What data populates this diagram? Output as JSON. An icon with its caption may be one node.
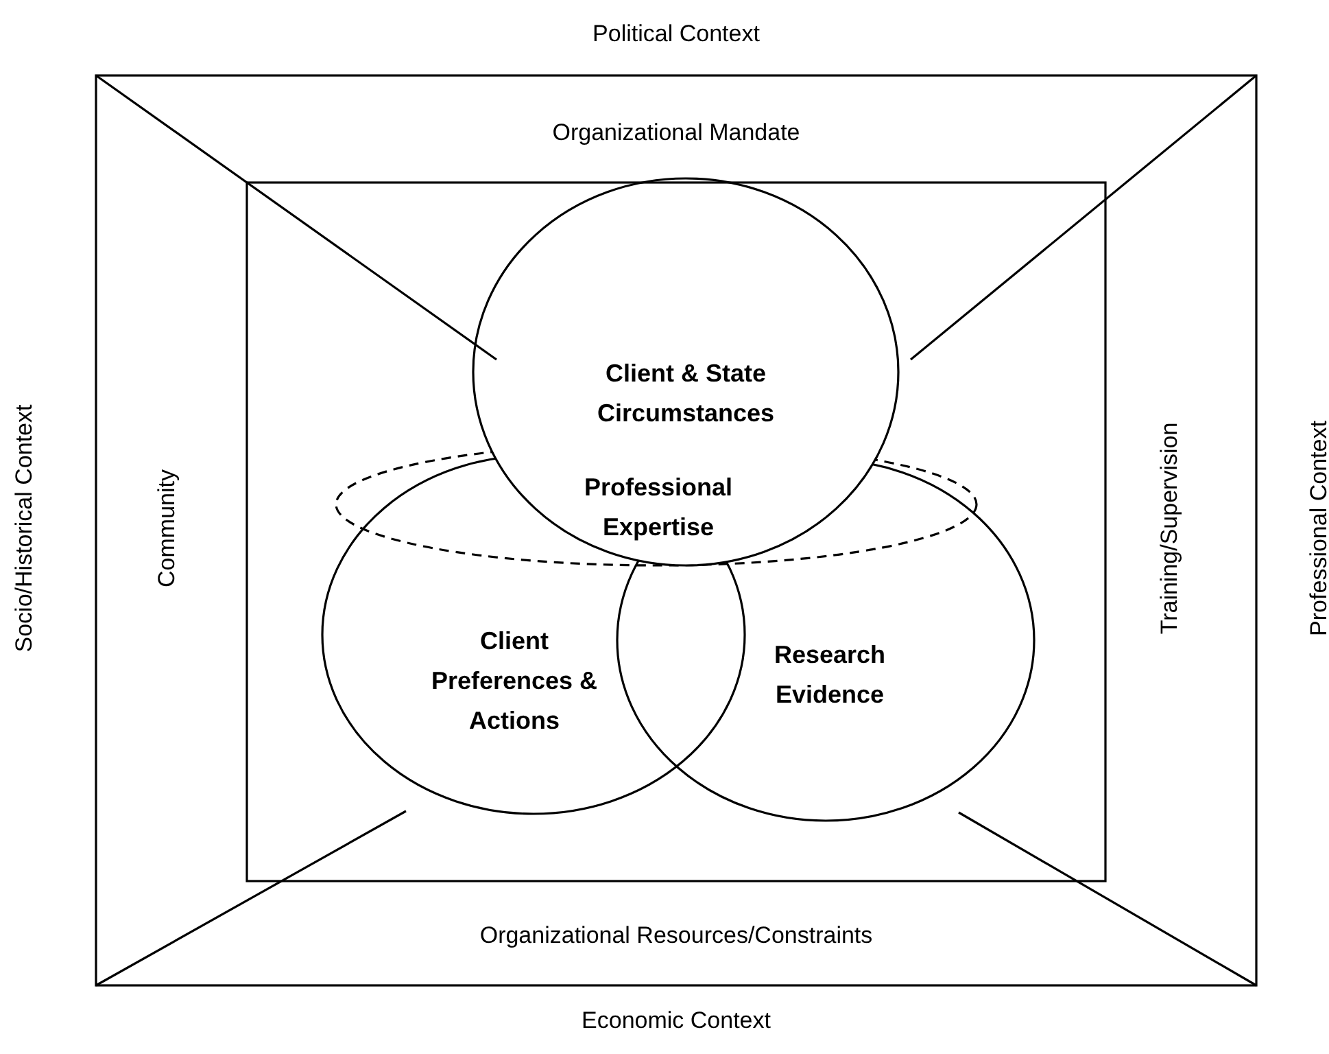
{
  "diagram": {
    "nodes": [
      {
        "text": [
          "Client & State Circumstances"
        ]
      },
      {
        "text": [
          "Professional Expertise"
        ]
      },
      {
        "text": [
          "Client Preferences & Actions"
        ]
      },
      {
        "text": [
          "Research Evidence"
        ]
      }
    ],
    "labels": [
      "Political Context",
      "Organizational Mandate",
      "Socio/Historical Context",
      "Community",
      "Training/Supervision",
      "Professional Context",
      "Organizational Resources/Constraints",
      "Economic Context"
    ]
  }
}
